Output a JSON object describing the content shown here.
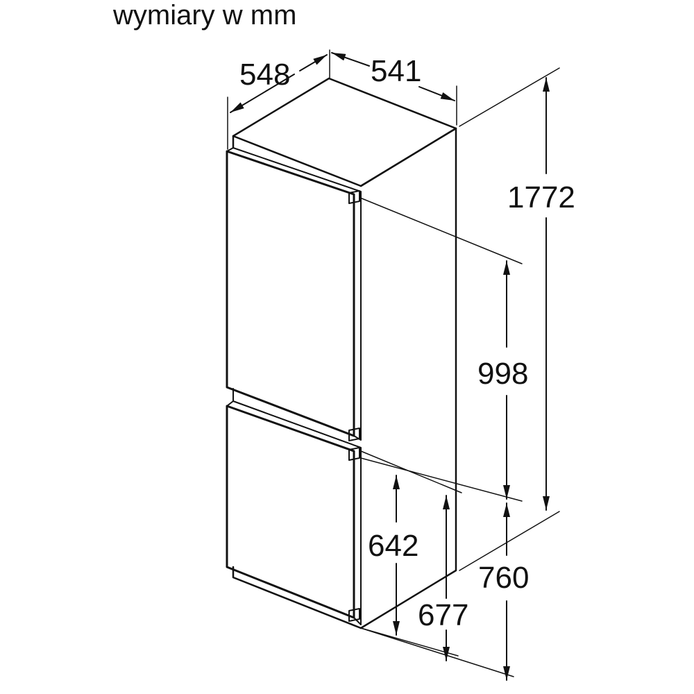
{
  "title": "wymiary w mm",
  "dimensions": {
    "depth": "548",
    "width": "541",
    "height": "1772",
    "upper_door": "998",
    "lower_door": "642",
    "lower_section": "677",
    "lower_total": "760"
  },
  "colors": {
    "line": "#111111",
    "background": "#ffffff"
  }
}
